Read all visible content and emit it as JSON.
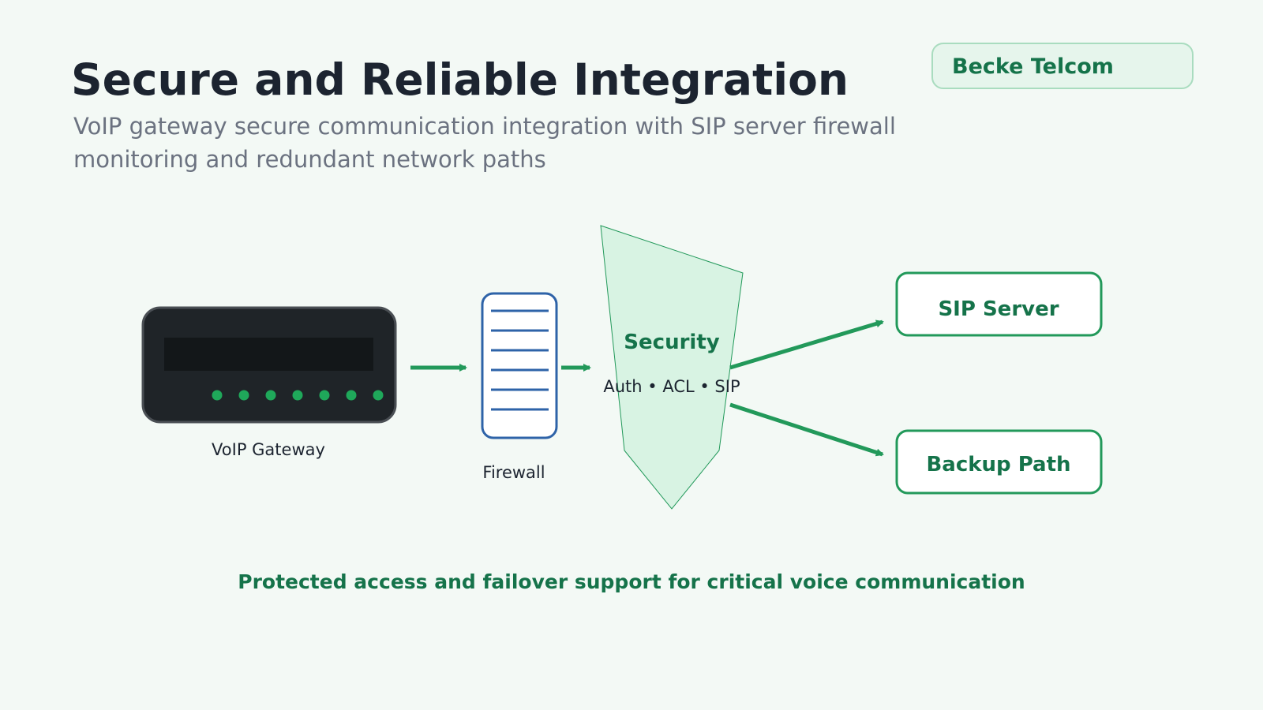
{
  "header": {
    "title": "Secure and Reliable Integration",
    "subtitle_line1": "VoIP gateway secure communication integration with SIP server firewall",
    "subtitle_line2": "monitoring and redundant network paths",
    "brand_badge": "Becke Telcom"
  },
  "diagram": {
    "gateway": {
      "label": "VoIP Gateway",
      "port_count": 7
    },
    "firewall": {
      "label": "Firewall",
      "line_count": 6
    },
    "security": {
      "title": "Security",
      "detail": "Auth • ACL • SIP"
    },
    "targets": [
      {
        "label": "SIP Server"
      },
      {
        "label": "Backup Path"
      }
    ]
  },
  "footer": {
    "tagline": "Protected access and failover support for critical voice communication"
  },
  "colors": {
    "background": "#f3f9f5",
    "title": "#1c2430",
    "subtitle": "#6b7280",
    "accent_green": "#22995a",
    "dark_green_text": "#15734a",
    "badge_fill": "#e6f5ec",
    "badge_border": "#a9dcbf",
    "firewall_blue": "#2e63a8",
    "device_body": "#1f2428",
    "device_screen": "#131719",
    "port_led": "#1fa85a",
    "security_fill": "#d8f3e3"
  }
}
